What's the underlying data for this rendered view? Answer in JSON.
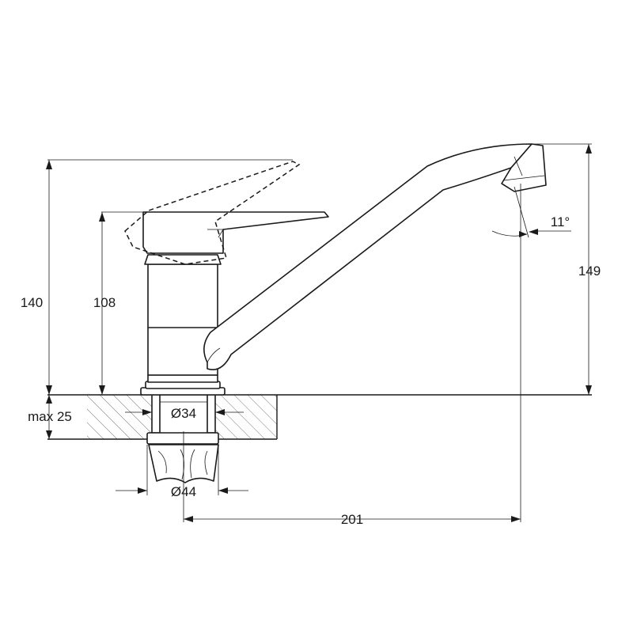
{
  "dimensions": {
    "overall_height": "140",
    "lever_height": "108",
    "spout_height": "149",
    "mount_thickness": "max 25",
    "shank_diameter": "Ø34",
    "base_diameter": "Ø44",
    "spout_reach": "201",
    "spout_angle": "11°"
  }
}
